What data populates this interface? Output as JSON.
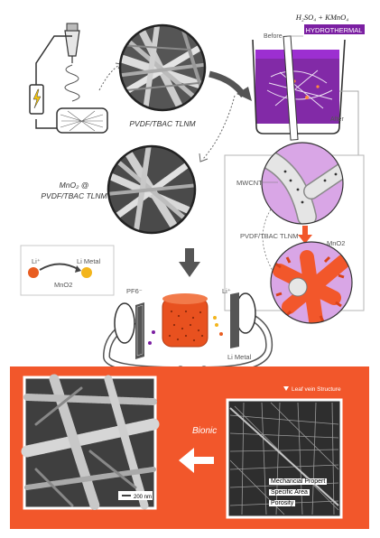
{
  "top": {
    "label_pvdf_tbac": "PVDF/TBAC TLNM",
    "label_mno2_at": "MnO₂ @",
    "label_mno2_pvdf": "PVDF/TBAC TLNM"
  },
  "beaker": {
    "reagents": "H₂SO₄ + KMnO₄",
    "hydrothermal": "HYDROTHERMAL",
    "before": "Before",
    "after": "After"
  },
  "mechanism": {
    "mwcnt": "MWCNT",
    "pvdf": "PVDF/TBAC TLNM",
    "mno2": "MnO2"
  },
  "li_box": {
    "li_ion": "Li⁺",
    "li_metal": "Li Metal",
    "mno2": "MnO2"
  },
  "cell": {
    "pf6": "PF6⁻",
    "li_ion": "Li⁺",
    "li_metal": "Li Metal"
  },
  "bottom": {
    "leaf_title": "Leaf vein Structure",
    "bionic": "Bionic",
    "scale": "200 nm",
    "props": [
      "Mechancial Propert",
      "Specific Area",
      "Porosity"
    ]
  },
  "colors": {
    "accent_orange": "#f2572b",
    "purple": "#8a2be2",
    "lilac": "#d9a6e6"
  }
}
